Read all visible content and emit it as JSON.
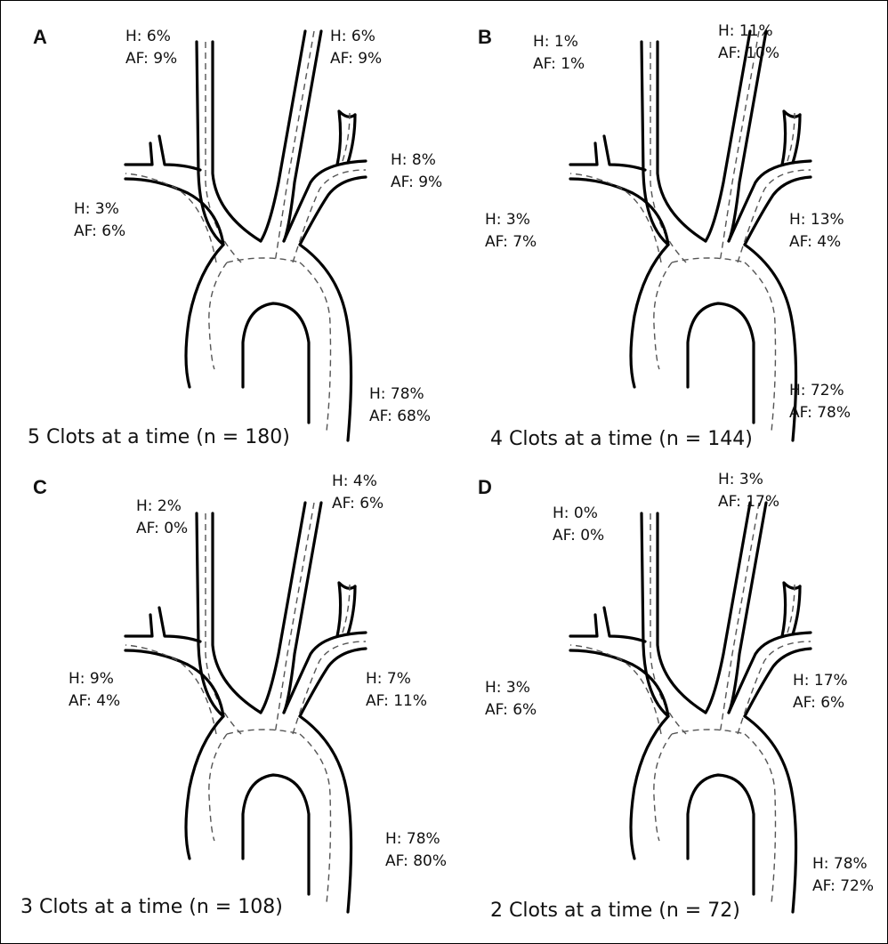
{
  "panels": [
    {
      "letter": "A",
      "caption": "5 Clots at a time (n = 180)",
      "labels": {
        "left_top": {
          "h": "H: 6%",
          "af": "AF: 9%"
        },
        "right_top": {
          "h": "H: 6%",
          "af": "AF: 9%"
        },
        "left_side": {
          "h": "H: 3%",
          "af": "AF: 6%"
        },
        "right_side": {
          "h": "H: 8%",
          "af": "AF: 9%"
        },
        "bottom": {
          "h": "H: 78%",
          "af": "AF: 68%"
        }
      }
    },
    {
      "letter": "B",
      "caption": "4 Clots at a time (n = 144)",
      "labels": {
        "left_top": {
          "h": "H: 1%",
          "af": "AF: 1%"
        },
        "right_top": {
          "h": "H: 11%",
          "af": "AF: 10%"
        },
        "left_side": {
          "h": "H: 3%",
          "af": "AF: 7%"
        },
        "right_side": {
          "h": "H: 13%",
          "af": "AF: 4%"
        },
        "bottom": {
          "h": "H: 72%",
          "af": "AF: 78%"
        }
      }
    },
    {
      "letter": "C",
      "caption": "3 Clots at a time (n = 108)",
      "labels": {
        "left_top": {
          "h": "H: 2%",
          "af": "AF: 0%"
        },
        "right_top": {
          "h": "H: 4%",
          "af": "AF: 6%"
        },
        "left_side": {
          "h": "H: 9%",
          "af": "AF: 4%"
        },
        "right_side": {
          "h": "H: 7%",
          "af": "AF: 11%"
        },
        "bottom": {
          "h": "H: 78%",
          "af": "AF: 80%"
        }
      }
    },
    {
      "letter": "D",
      "caption": "2 Clots at a time (n = 72)",
      "labels": {
        "left_top": {
          "h": "H: 0%",
          "af": "AF: 0%"
        },
        "right_top": {
          "h": "H: 3%",
          "af": "AF: 17%"
        },
        "left_side": {
          "h": "H: 3%",
          "af": "AF: 6%"
        },
        "right_side": {
          "h": "H: 17%",
          "af": "AF: 6%"
        },
        "bottom": {
          "h": "H: 78%",
          "af": "AF: 72%"
        }
      }
    }
  ]
}
